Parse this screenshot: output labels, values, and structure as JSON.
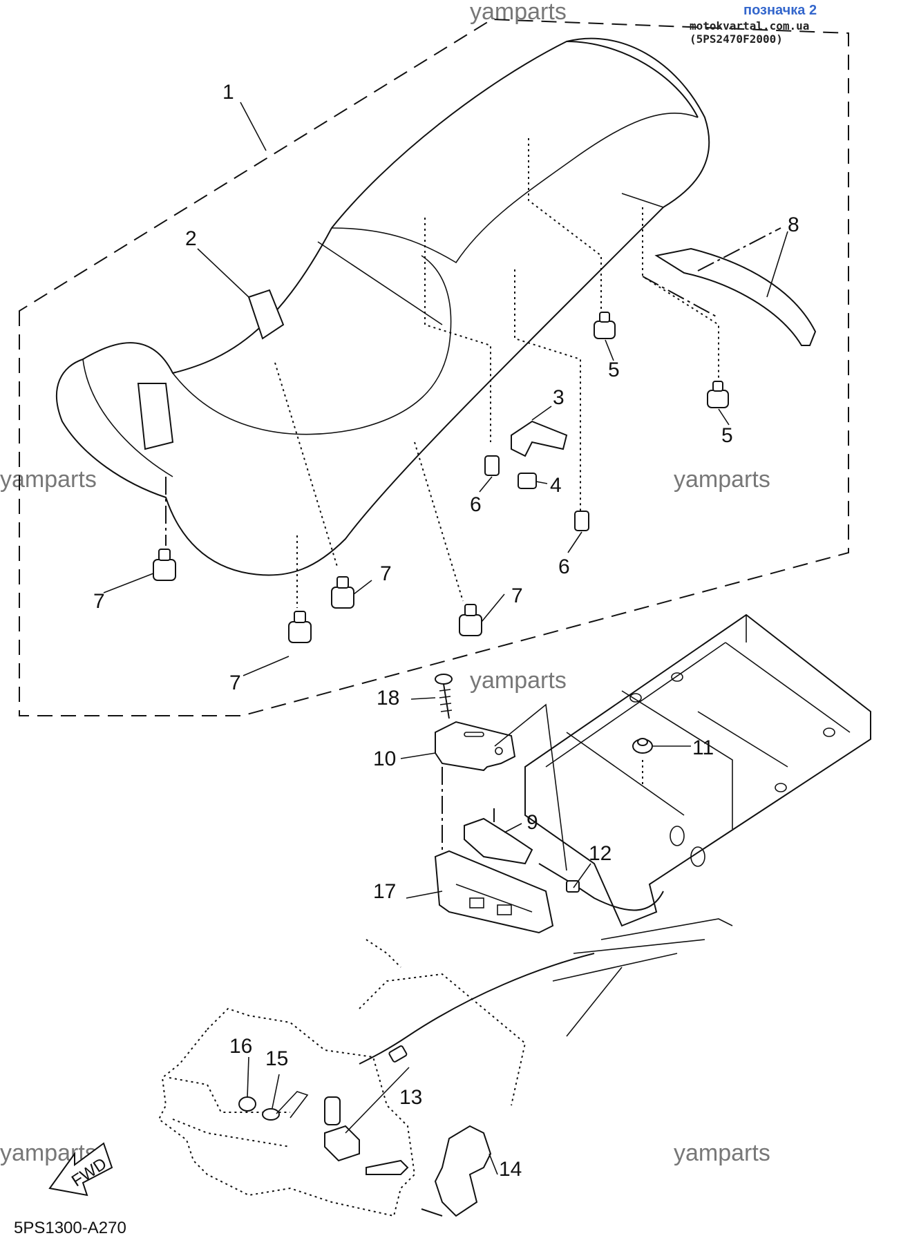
{
  "header": {
    "label": "позначка 2",
    "site": "motokvartal.com.ua (5PS2470F2000)"
  },
  "watermark": "yamparts",
  "diagram_code": "5PS1300-A270",
  "fwd_label": "FWD",
  "callouts": [
    "1",
    "2",
    "3",
    "4",
    "5",
    "5",
    "6",
    "6",
    "7",
    "7",
    "7",
    "7",
    "8",
    "9",
    "10",
    "11",
    "12",
    "13",
    "14",
    "15",
    "16",
    "17",
    "18"
  ]
}
